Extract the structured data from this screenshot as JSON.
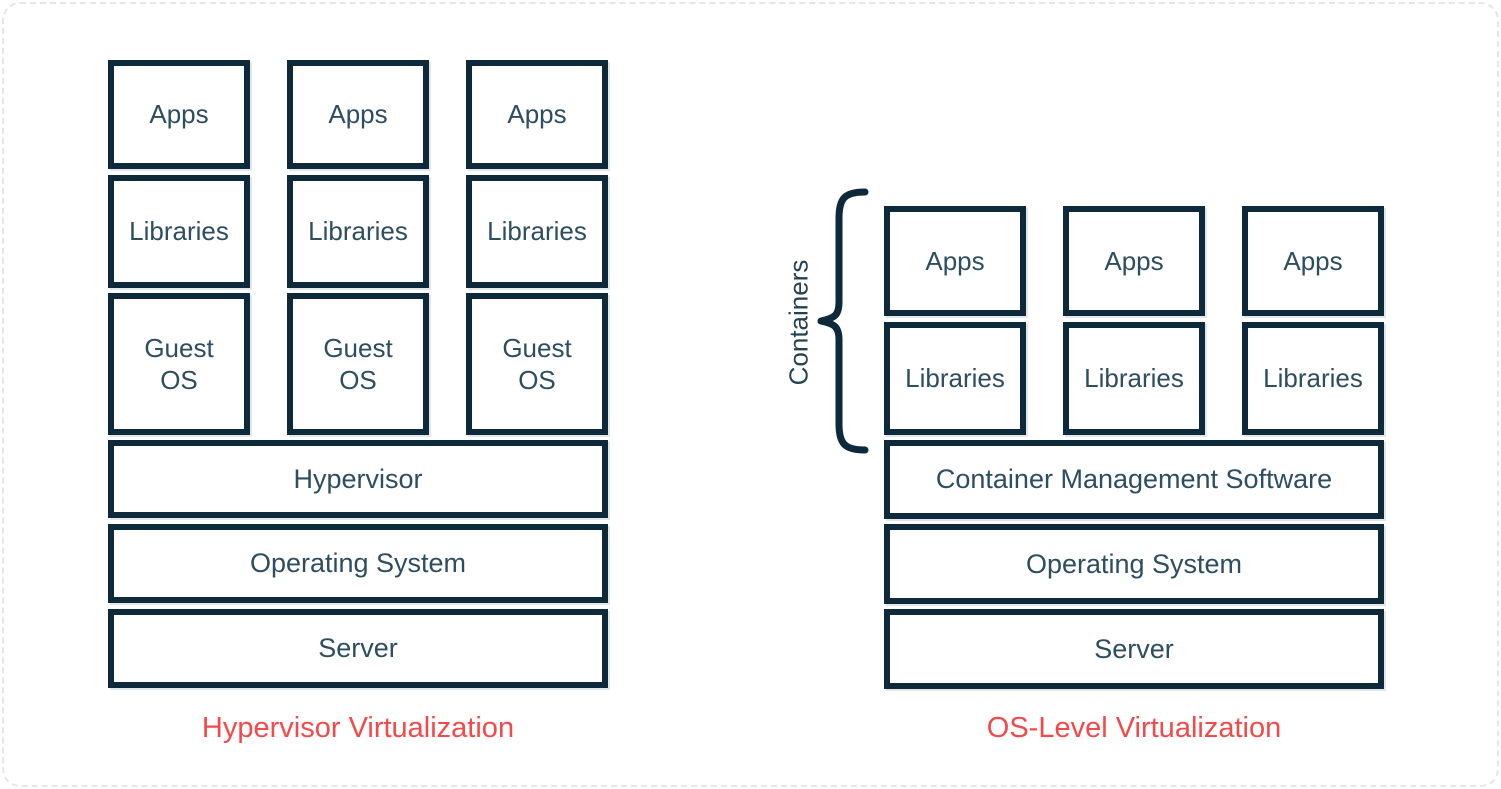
{
  "canvas": {
    "background": "#ffffff",
    "frame_border_color": "#e8e6e3"
  },
  "palette": {
    "box_border": "#0e293a",
    "box_text": "#2d4d60",
    "caption_red": "#f4494b"
  },
  "hypervisor_stack": {
    "caption": "Hypervisor Virtualization",
    "rows": [
      {
        "cells": [
          "Apps",
          "Apps",
          "Apps"
        ]
      },
      {
        "cells": [
          "Libraries",
          "Libraries",
          "Libraries"
        ]
      },
      {
        "cells": [
          "Guest OS",
          "Guest OS",
          "Guest OS"
        ]
      }
    ],
    "bars": [
      "Hypervisor",
      "Operating System",
      "Server"
    ]
  },
  "os_level_stack": {
    "caption": "OS-Level Virtualization",
    "brace_label": "Containers",
    "rows": [
      {
        "cells": [
          "Apps",
          "Apps",
          "Apps"
        ]
      },
      {
        "cells": [
          "Libraries",
          "Libraries",
          "Libraries"
        ]
      }
    ],
    "bars": [
      "Container Management Software",
      "Operating System",
      "Server"
    ]
  }
}
